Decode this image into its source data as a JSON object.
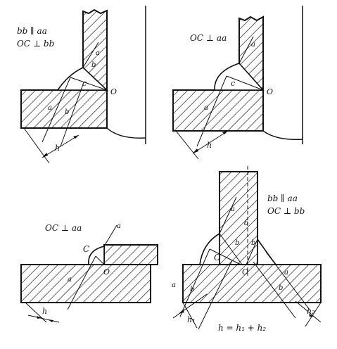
{
  "figures": [
    {
      "id": "top-left",
      "labels": {
        "cond1": "bb ∥ aa",
        "cond2": "OC ⊥ bb",
        "c": "c",
        "o": "O",
        "a_vert": "a",
        "b_vert": "b",
        "a_horiz": "a",
        "b_horiz": "b",
        "h": "h"
      }
    },
    {
      "id": "top-right",
      "labels": {
        "cond1": "OC ⊥ aa",
        "c": "c",
        "o": "O",
        "a_vert": "a",
        "a_horiz": "a",
        "h": "h"
      }
    },
    {
      "id": "bottom-left",
      "labels": {
        "cond1": "OC ⊥ aa",
        "c": "C",
        "o": "O",
        "a_top": "a",
        "a_horiz": "a",
        "h": "h"
      }
    },
    {
      "id": "bottom-right",
      "labels": {
        "cond1": "bb ∥ aa",
        "cond2": "OC ⊥ bb",
        "c": "C",
        "o": "O",
        "a_vert": "a",
        "delta": "δ",
        "b1": "b",
        "b2": "b",
        "a_left": "a",
        "b_left": "b",
        "a_right": "a",
        "b_right": "b",
        "h1": "h₁",
        "h2": "h₂",
        "h_formula": "h = h₁ + h₂"
      }
    }
  ],
  "colors": {
    "ink": "#111111",
    "paper": "#ffffff"
  }
}
